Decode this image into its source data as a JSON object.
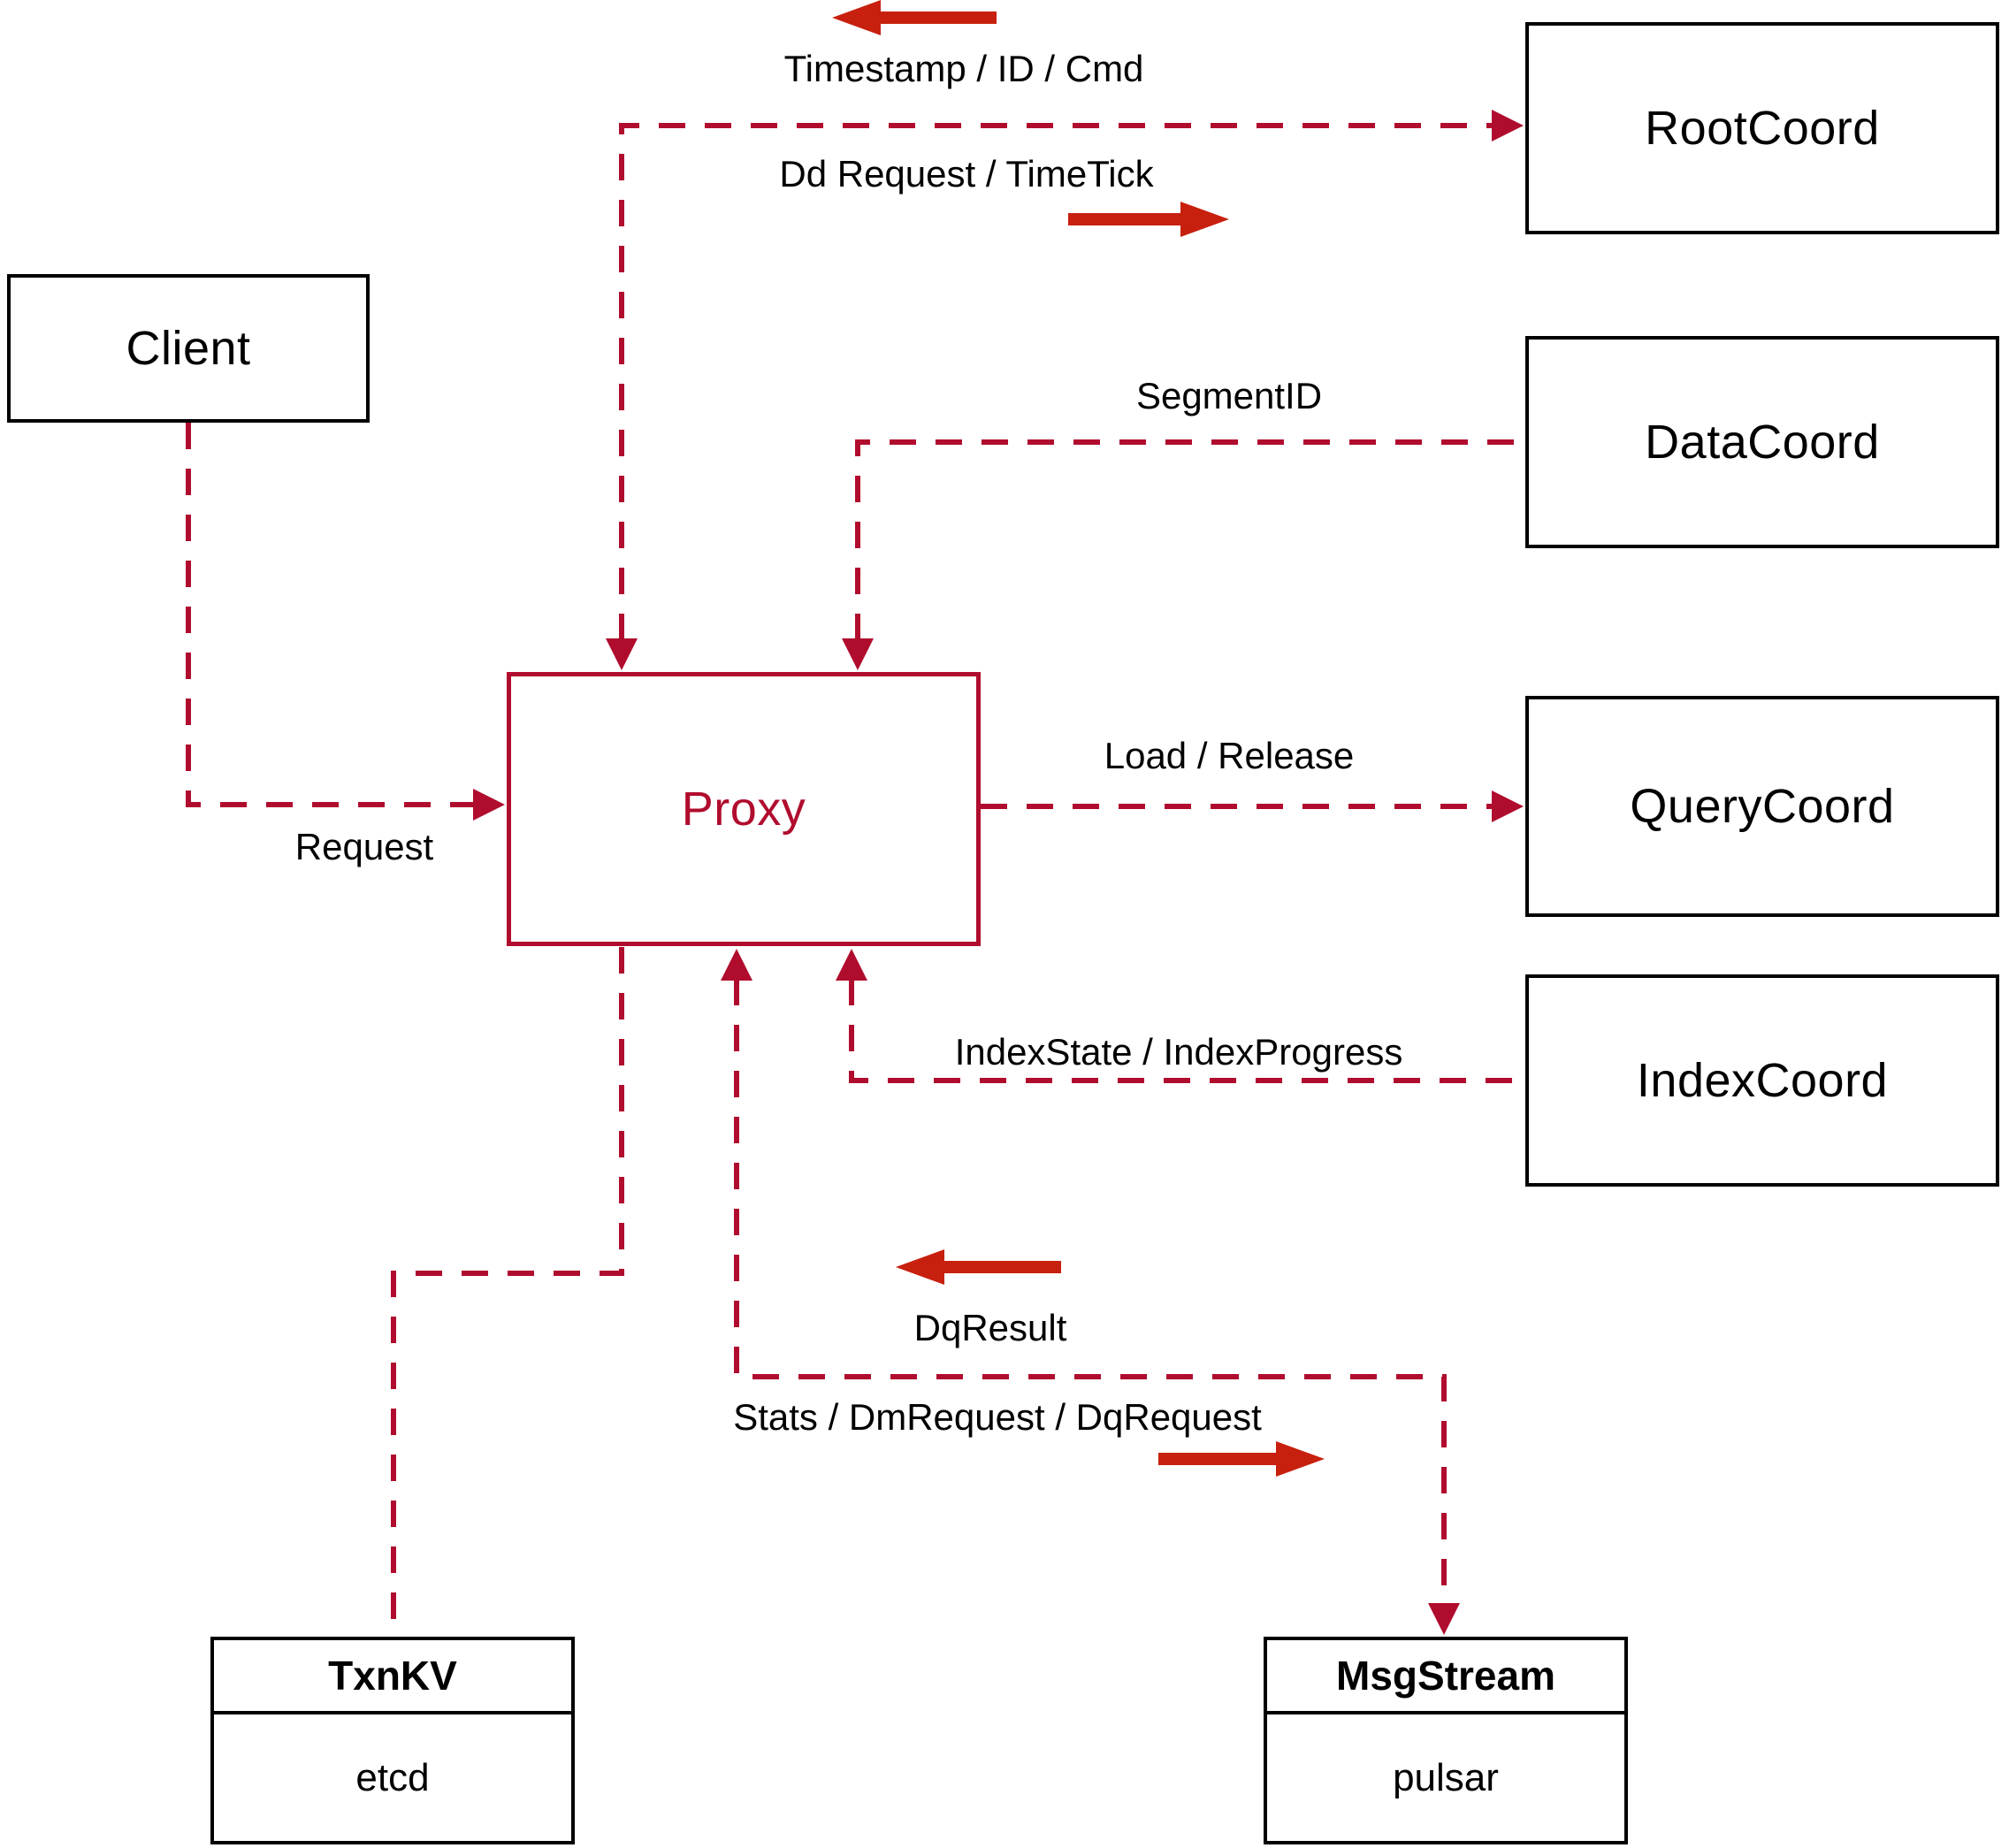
{
  "diagram": {
    "nodes": {
      "client": {
        "label": "Client"
      },
      "proxy": {
        "label": "Proxy"
      },
      "rootcoord": {
        "label": "RootCoord"
      },
      "datacoord": {
        "label": "DataCoord"
      },
      "querycoord": {
        "label": "QueryCoord"
      },
      "indexcoord": {
        "label": "IndexCoord"
      },
      "txnkv": {
        "title": "TxnKV",
        "subtitle": "etcd"
      },
      "msgstream": {
        "title": "MsgStream",
        "subtitle": "pulsar"
      }
    },
    "edge_labels": {
      "timestamp": "Timestamp / ID / Cmd",
      "dd_request": "Dd Request / TimeTick",
      "segment_id": "SegmentID",
      "load_release": "Load / Release",
      "request": "Request",
      "index_state": "IndexState / IndexProgress",
      "dq_result": "DqResult",
      "stats": "Stats / DmRequest / DqRequest"
    },
    "colors": {
      "line_red": "#b00c2e",
      "arrow_red": "#c8200e",
      "box_black": "#000000"
    }
  }
}
